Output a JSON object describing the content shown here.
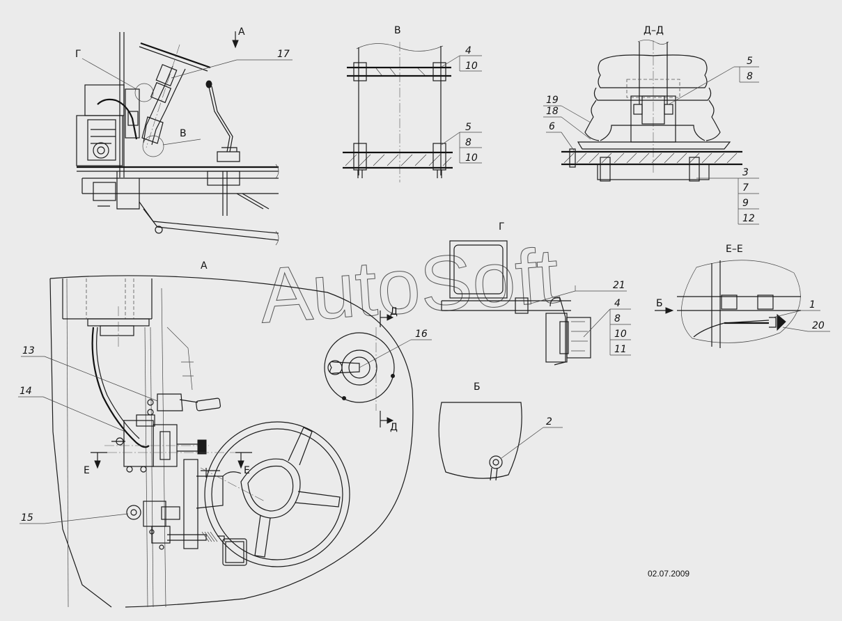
{
  "drawing": {
    "view_labels": {
      "arrow_a": "А",
      "view_v": "В",
      "section_dd": "Д–Д",
      "view_g": "Г",
      "view_a": "А",
      "section_ee": "Е–Е",
      "view_b": "Б",
      "callout_g": "Г",
      "callout_v": "В",
      "cut_d_top": "Д",
      "cut_d_bottom": "Д",
      "cut_e_left": "Е",
      "cut_e_right": "Е",
      "arrow_b": "Б"
    },
    "part_numbers": {
      "p17": "17",
      "v_top_a": "4",
      "v_top_b": "10",
      "v_bot_a": "5",
      "v_bot_b": "8",
      "v_bot_c": "10",
      "dd_5": "5",
      "dd_8": "8",
      "dd_19": "19",
      "dd_18": "18",
      "dd_6": "6",
      "dd_3": "3",
      "dd_7": "7",
      "dd_9": "9",
      "dd_12": "12",
      "g_21": "21",
      "g_4": "4",
      "g_8": "8",
      "g_10": "10",
      "g_11": "11",
      "ee_1": "1",
      "ee_20": "20",
      "a_16": "16",
      "a_13": "13",
      "a_14": "14",
      "a_15": "15",
      "b_2": "2"
    },
    "date": "02.07.2009",
    "watermark": "AutoSoft"
  }
}
